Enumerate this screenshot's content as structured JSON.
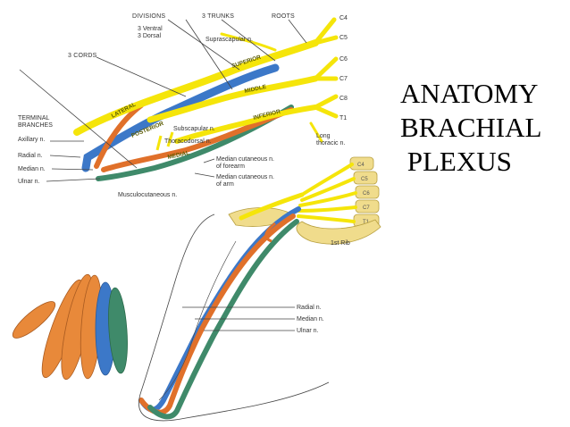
{
  "title_lines": [
    "ANATOMY",
    "BRACHIAL",
    " PLEXUS"
  ],
  "colors": {
    "roots": "#f5e50a",
    "radial": "#3c78c8",
    "median": "#e0702a",
    "ulnar": "#3f8a6a",
    "bone": "#f0dc8c",
    "muscle": "#e8893a"
  },
  "labels": {
    "divisions": "DIVISIONS",
    "divisions_ventral": "3 Ventral",
    "divisions_dorsal": "3 Dorsal",
    "trunks": "3 TRUNKS",
    "roots": "ROOTS",
    "cords": "3 CORDS",
    "suprascapular": "Suprascapular n.",
    "terminal_line1": "TERMINAL",
    "terminal_line2": "BRANCHES",
    "axillary": "Axillary n.",
    "radial_top": "Radial n.",
    "median_top": "Median n.",
    "ulnar_top": "Ulnar n.",
    "subscapular": "Subscapular n.",
    "thoracodorsal": "Thoracodorsal n.",
    "med_cut_forearm_1": "Median cutaneous n.",
    "med_cut_forearm_2": "of forearm",
    "med_cut_arm_1": "Median cutaneous n.",
    "med_cut_arm_2": "of arm",
    "musculocutaneous": "Musculocutaneous n.",
    "long_thoracic_1": "Long",
    "long_thoracic_2": "thoracic n.",
    "first_rib": "1st Rib",
    "radial_bottom": "Radial n.",
    "median_bottom": "Median n.",
    "ulnar_bottom": "Ulnar n."
  },
  "root_levels": [
    "C4",
    "C5",
    "C6",
    "C7",
    "C8",
    "T1"
  ],
  "trunk_names": [
    "SUPERIOR",
    "MIDDLE",
    "INFERIOR"
  ],
  "cord_names": [
    "LATERAL",
    "POSTERIOR",
    "MEDIAL"
  ],
  "vertebra_levels": [
    "C4",
    "C5",
    "C6",
    "C7",
    "T1"
  ]
}
